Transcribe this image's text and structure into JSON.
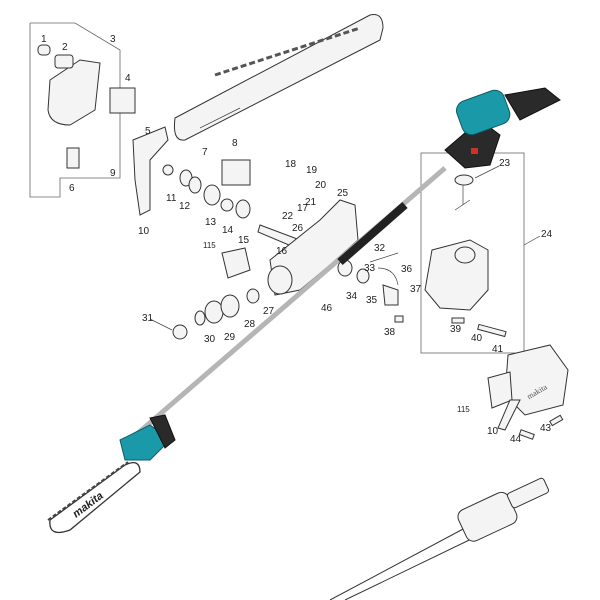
{
  "title": "Pole saw attachment exploded parts diagram",
  "brand_text": "makita",
  "colors": {
    "teal": "#1a9aa8",
    "red": "#d0302a",
    "black": "#222222",
    "shaft": "#b5b5b5"
  },
  "labels": [
    "1",
    "2",
    "3",
    "4",
    "5",
    "6",
    "7",
    "8",
    "9",
    "10",
    "11",
    "12",
    "13",
    "14",
    "15",
    "16",
    "17",
    "18",
    "19",
    "20",
    "21",
    "22",
    "23",
    "24",
    "25",
    "26",
    "27",
    "28",
    "29",
    "30",
    "31",
    "32",
    "33",
    "34",
    "35",
    "36",
    "37",
    "38",
    "39",
    "40",
    "41",
    "43",
    "44",
    "46",
    "115",
    "115",
    "10"
  ]
}
